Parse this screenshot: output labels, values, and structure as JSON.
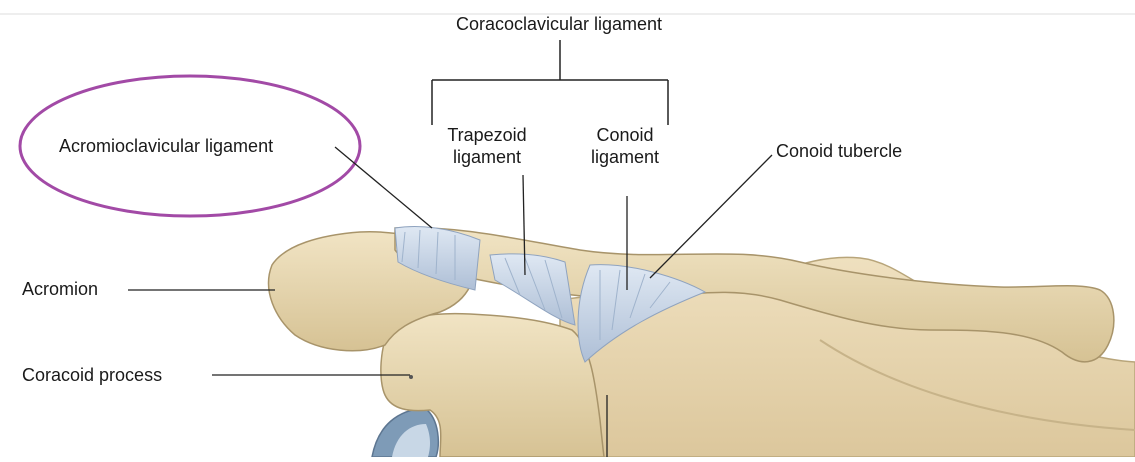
{
  "labels": {
    "coracoclavicular": "Coracoclavicular ligament",
    "trapezoid_line1": "Trapezoid",
    "trapezoid_line2": "ligament",
    "conoid_line1": "Conoid",
    "conoid_line2": "ligament",
    "conoid_tubercle": "Conoid tubercle",
    "acromioclavicular": "Acromioclavicular ligament",
    "acromion": "Acromion",
    "coracoid": "Coracoid process"
  },
  "colors": {
    "highlight_ellipse": "#a24aa6",
    "bone": "#e6d6b0",
    "bone_shadow": "#c9b68a",
    "ligament": "#c5d3e6",
    "leader_line": "#222222"
  }
}
